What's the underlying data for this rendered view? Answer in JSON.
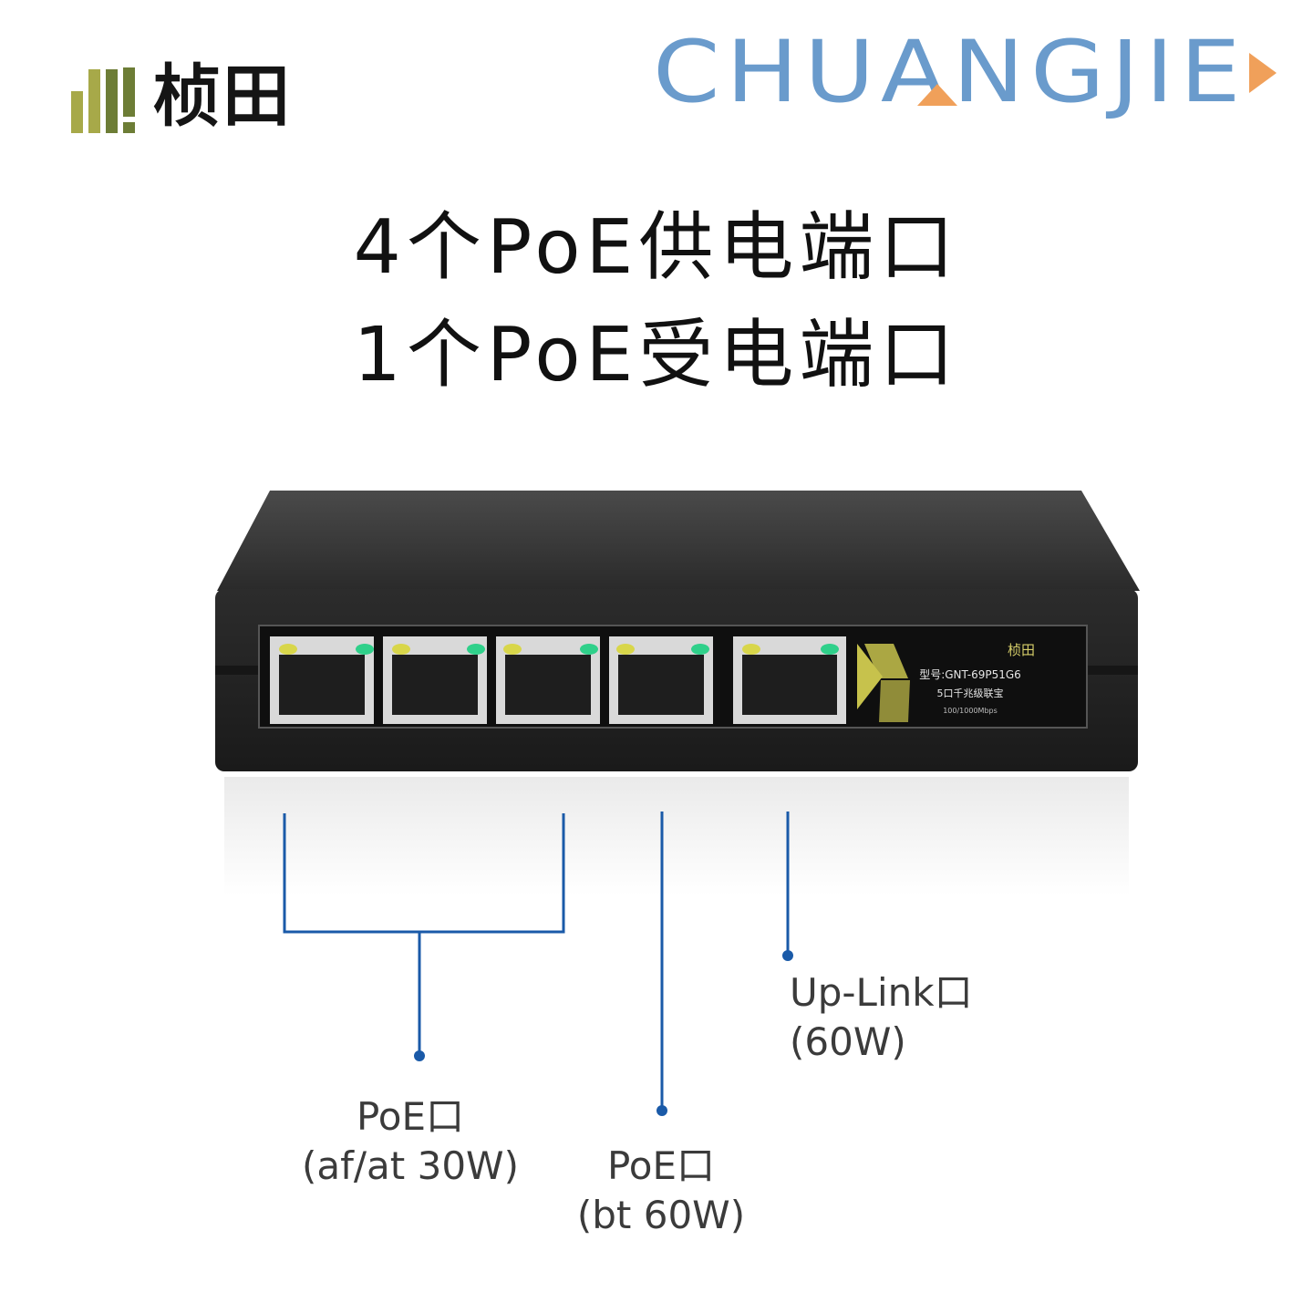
{
  "brand": {
    "left_logo_text": "桢田",
    "left_logo_bar_colors": [
      "#a7a949",
      "#a7a949",
      "#6d7d36",
      "#6d7d36"
    ],
    "right_logo_text": "CHUANGJIE",
    "right_logo_color": "#6a9bcc",
    "right_logo_accent": "#f0a05a"
  },
  "headline": {
    "line1": "4个PoE供电端口",
    "line2": "1个PoE受电端口"
  },
  "device": {
    "label_brand": "桢田",
    "label_model": "型号:GNT-69P51G6",
    "label_desc": "5口千兆级联宝",
    "label_speed": "100/1000Mbps",
    "poe_port_count": 4,
    "uplink_port_count": 1,
    "led_colors": {
      "left": "#d8d64a",
      "right": "#2fd08a"
    }
  },
  "callouts": {
    "line_color": "#1a5aa8",
    "poe_af_at": {
      "name": "PoE口",
      "spec": "(af/at 30W)"
    },
    "poe_bt": {
      "name": "PoE口",
      "spec": "(bt 60W)"
    },
    "uplink": {
      "name": "Up-Link口",
      "spec": "(60W)"
    }
  }
}
